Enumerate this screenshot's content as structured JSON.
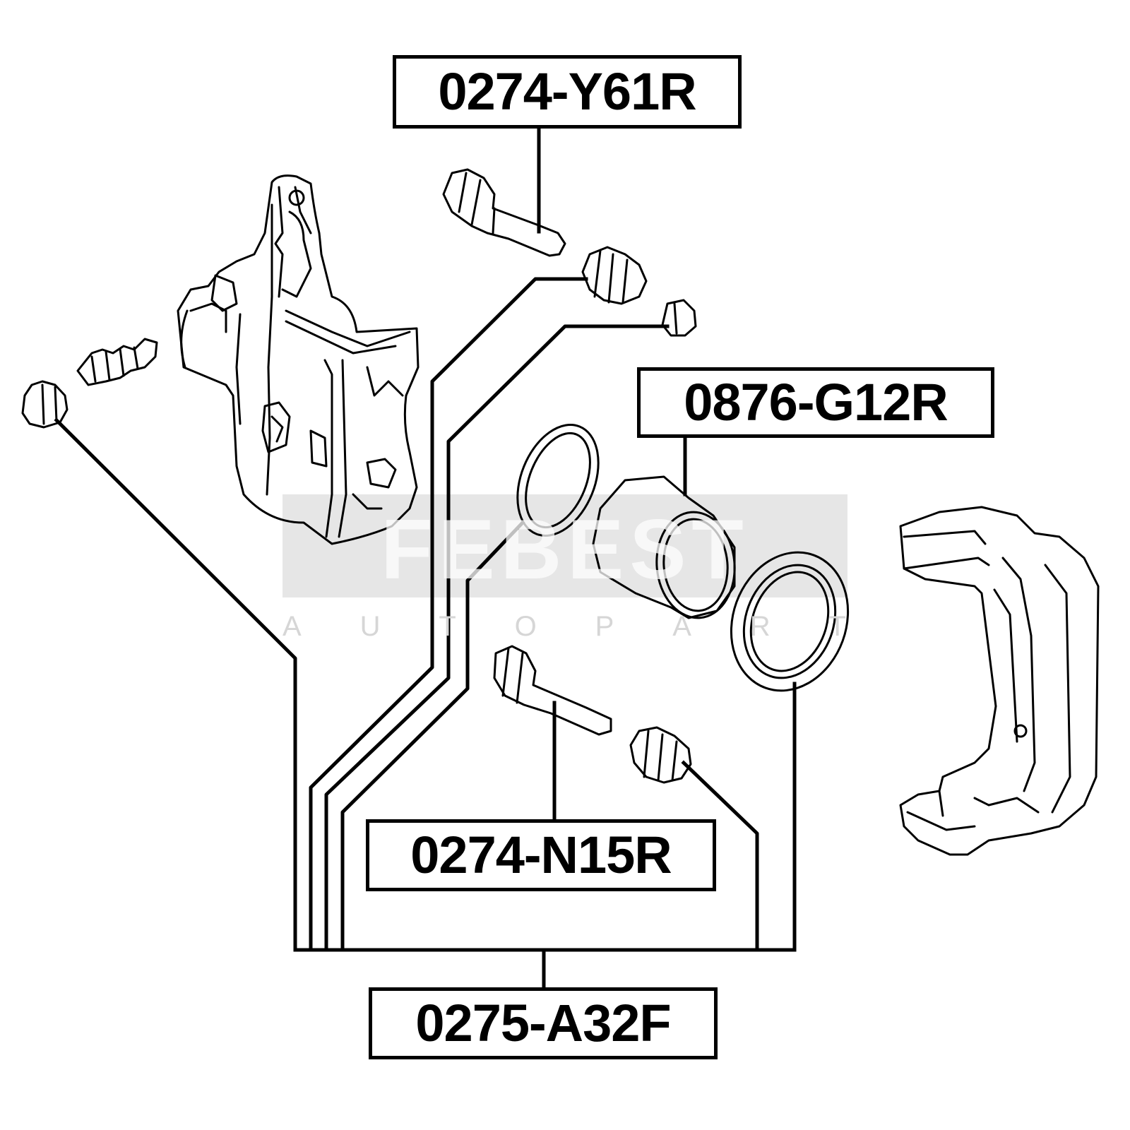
{
  "watermark": {
    "brand": "FEBEST",
    "subtitle": [
      "A",
      "U",
      "T",
      "O",
      "P",
      "A",
      "R",
      "T"
    ]
  },
  "part_labels": [
    {
      "id": "pin-bolt-upper",
      "text": "0274-Y61R"
    },
    {
      "id": "piston",
      "text": "0876-G12R"
    },
    {
      "id": "pin-bolt-lower",
      "text": "0274-N15R"
    },
    {
      "id": "repair-kit",
      "text": "0275-A32F"
    }
  ],
  "colors": {
    "line": "#000000",
    "watermark_fill": "#e6e6e6",
    "background": "#ffffff"
  }
}
